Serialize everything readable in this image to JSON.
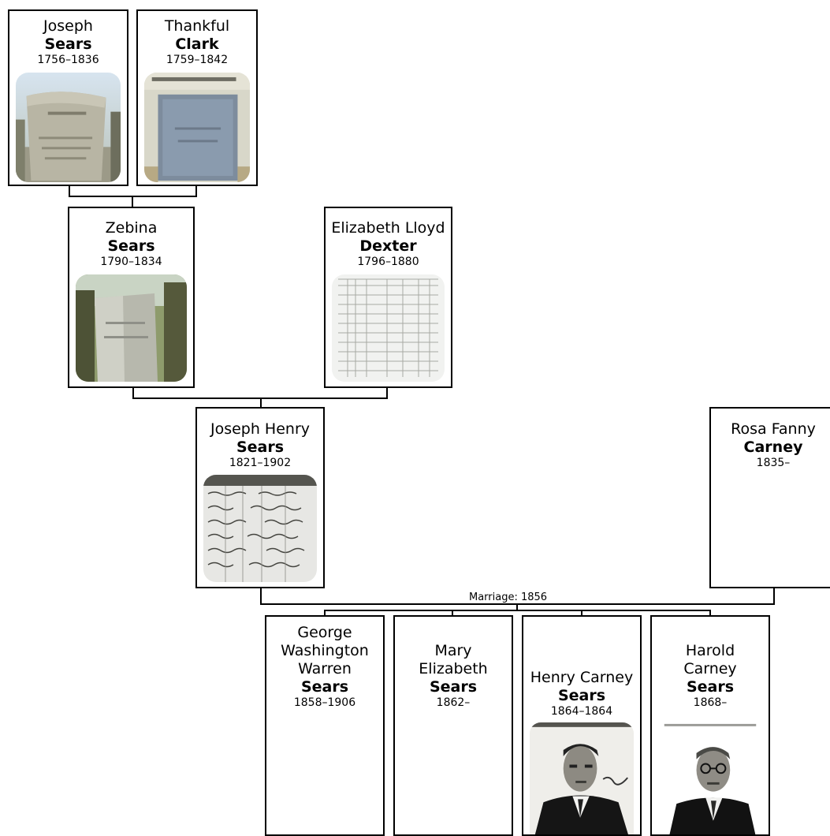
{
  "people": {
    "joseph_sears": {
      "given": "Joseph",
      "surname": "Sears",
      "dates": "1756–1836"
    },
    "thankful_clark": {
      "given": "Thankful",
      "surname": "Clark",
      "dates": "1759–1842"
    },
    "zebina_sears": {
      "given": "Zebina",
      "surname": "Sears",
      "dates": "1790–1834"
    },
    "elizabeth_dexter": {
      "given": "Elizabeth Lloyd",
      "surname": "Dexter",
      "dates": "1796–1880"
    },
    "joseph_henry_sears": {
      "given": "Joseph Henry",
      "surname": "Sears",
      "dates": "1821–1902"
    },
    "rosa_carney": {
      "given": "Rosa Fanny",
      "surname": "Carney",
      "dates": "1835–"
    },
    "george_sears": {
      "given": "George Washington Warren",
      "surname": "Sears",
      "dates": "1858–1906"
    },
    "mary_sears": {
      "given": "Mary Elizabeth",
      "surname": "Sears",
      "dates": "1862–"
    },
    "henry_carney_sears": {
      "given": "Henry Carney",
      "surname": "Sears",
      "dates": "1864–1864"
    },
    "harold_sears": {
      "given": "Harold Carney",
      "surname": "Sears",
      "dates": "1868–"
    }
  },
  "marriage": {
    "label": "Marriage: 1856"
  }
}
